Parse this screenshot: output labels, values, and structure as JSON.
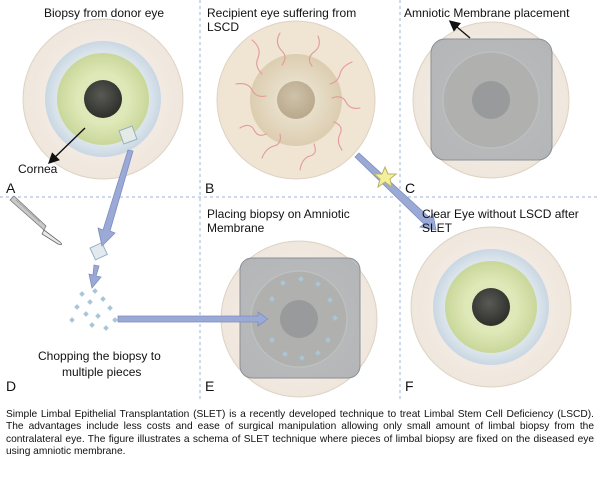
{
  "panels": {
    "a": {
      "letter": "A",
      "title": "Biopsy from donor eye",
      "callout": "Cornea"
    },
    "b": {
      "letter": "B",
      "title_line1": "Recipient eye suffering from",
      "title_line2": "LSCD"
    },
    "c": {
      "letter": "C",
      "title": "Amniotic Membrane placement"
    },
    "d": {
      "letter": "D",
      "title_line1": "Chopping the biopsy to",
      "title_line2": "multiple pieces"
    },
    "e": {
      "letter": "E",
      "title_line1": "Placing biopsy on Amniotic",
      "title_line2": "Membrane"
    },
    "f": {
      "letter": "F",
      "title_line1": "Clear Eye without LSCD after",
      "title_line2": "SLET"
    }
  },
  "caption": "Simple Limbal Epithelial Transplantation (SLET) is a recently developed technique to treat Limbal Stem Cell Deficiency (LSCD). The advantages include less costs and ease of surgical manipulation allowing only small amount of limbal biopsy from the contralateral eye. The figure illustrates a schema of SLET technique where pieces of limbal biopsy are fixed on the diseased eye using amniotic membrane.",
  "colors": {
    "sclera_outer": "#f3ede6",
    "limbus_ring": "#d9e3ea",
    "healthy_iris": "#d6e0b0",
    "pupil": "#3d3d3a",
    "diseased_iris": "#e6dcc8",
    "vessels": "#e8a0a0",
    "membrane": "#a8acb2",
    "arrow": "#9aa9d6",
    "grid_lines": "#9db4d4"
  }
}
